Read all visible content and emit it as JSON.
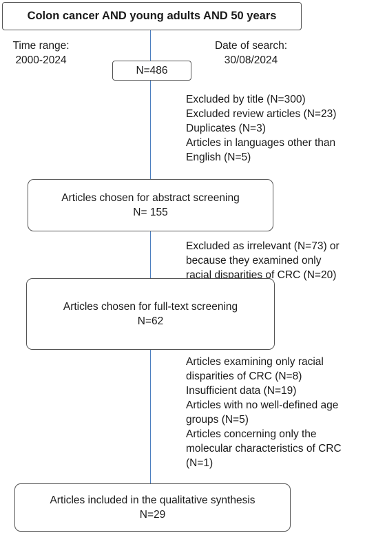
{
  "search_query": "Colon cancer AND young adults AND 50 years",
  "time_range": {
    "label": "Time range:",
    "value": "2000-2024"
  },
  "date_of_search": {
    "label": "Date of search:",
    "value": "30/08/2024"
  },
  "initial_count": "N=486",
  "exclusions_1": [
    "Excluded by title (N=300)",
    "Excluded review articles (N=23)",
    "Duplicates (N=3)",
    "Articles in languages other than",
    "English (N=5)"
  ],
  "abstract_screening": {
    "label": "Articles chosen for abstract screening",
    "count": "N= 155"
  },
  "exclusions_2": [
    "Excluded as irrelevant (N=73) or",
    "because they examined only",
    "racial disparities of CRC (N=20)"
  ],
  "fulltext_screening": {
    "label": "Articles chosen for full-text screening",
    "count": "N=62"
  },
  "exclusions_3": [
    "Articles examining only racial",
    "disparities of CRC (N=8)",
    "Insufficient data (N=19)",
    "Articles with no well-defined age",
    "groups (N=5)",
    "Articles concerning only the",
    "molecular characteristics of CRC",
    "(N=1)"
  ],
  "included": {
    "label": "Articles included in the qualitative synthesis",
    "count": "N=29"
  },
  "colors": {
    "connector": "#4a7ebf",
    "border": "#555555"
  }
}
